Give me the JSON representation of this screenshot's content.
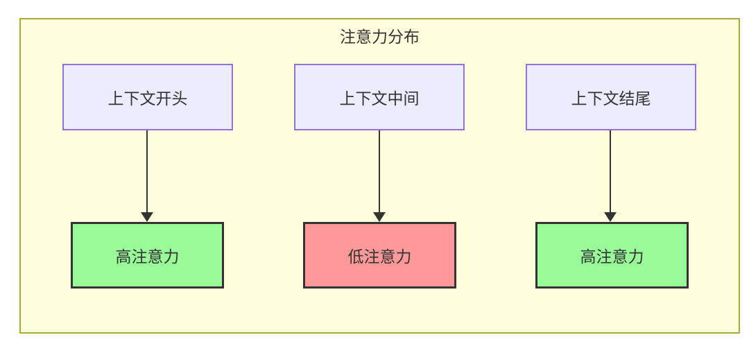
{
  "diagram": {
    "title": "注意力分布",
    "columns": [
      {
        "source": "上下文开头",
        "target": "高注意力",
        "target_type": "high"
      },
      {
        "source": "上下文中间",
        "target": "低注意力",
        "target_type": "low"
      },
      {
        "source": "上下文结尾",
        "target": "高注意力",
        "target_type": "high"
      }
    ],
    "colors": {
      "container_fill": "#ffffde",
      "container_border": "#aaaa33",
      "source_fill": "#ececff",
      "source_border": "#9370db",
      "high_attention_fill": "#98fb98",
      "low_attention_fill": "#ff9898",
      "target_border": "#333333",
      "arrow": "#333333",
      "text": "#333333"
    }
  }
}
